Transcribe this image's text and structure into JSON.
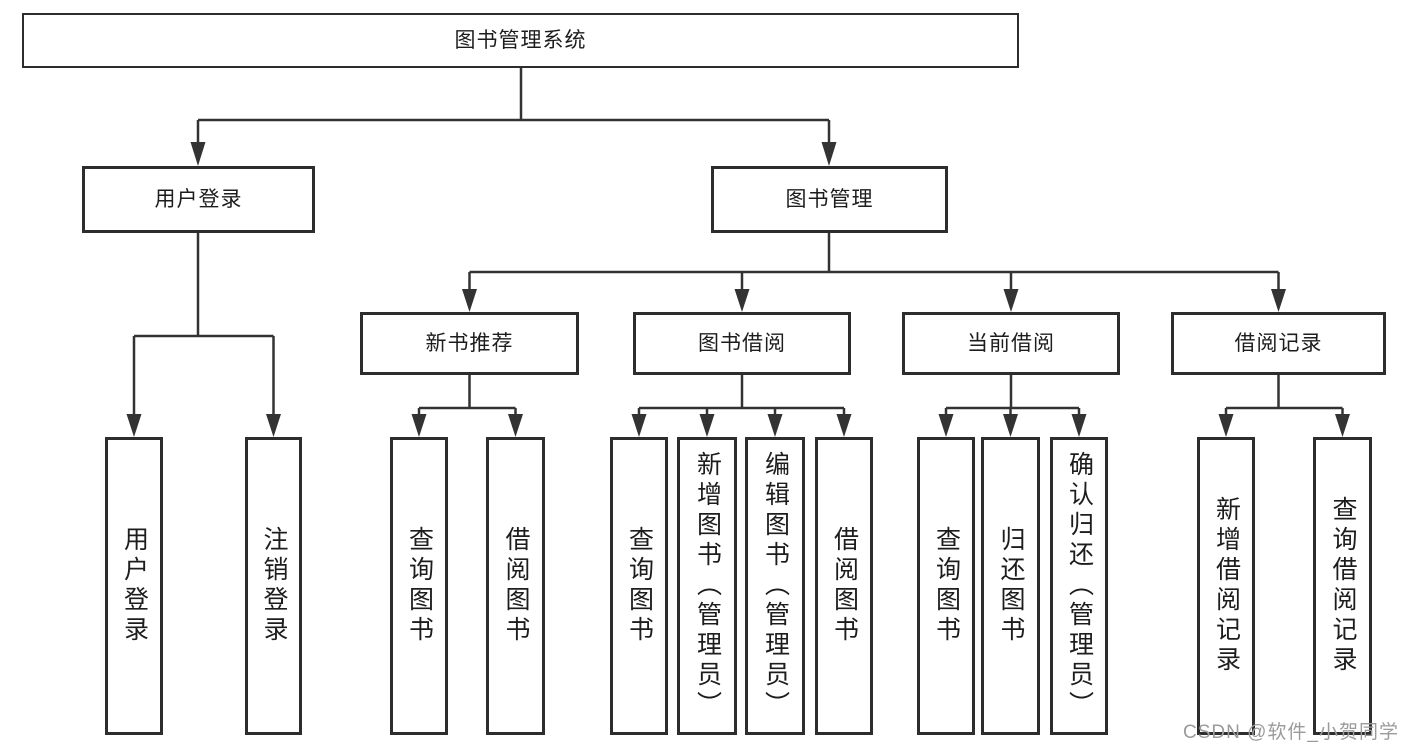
{
  "diagram_title": "图书管理系统",
  "hierarchy": {
    "label": "图书管理系统",
    "children": [
      {
        "label": "用户登录",
        "children": [
          {
            "label": "用户登录"
          },
          {
            "label": "注销登录"
          }
        ]
      },
      {
        "label": "图书管理",
        "children": [
          {
            "label": "新书推荐",
            "children": [
              {
                "label": "查询图书"
              },
              {
                "label": "借阅图书"
              }
            ]
          },
          {
            "label": "图书借阅",
            "children": [
              {
                "label": "查询图书"
              },
              {
                "label": "新增图书（管理员）"
              },
              {
                "label": "编辑图书（管理员）"
              },
              {
                "label": "借阅图书"
              }
            ]
          },
          {
            "label": "当前借阅",
            "children": [
              {
                "label": "查询图书"
              },
              {
                "label": "归还图书"
              },
              {
                "label": "确认归还（管理员）"
              }
            ]
          },
          {
            "label": "借阅记录",
            "children": [
              {
                "label": "新增借阅记录"
              },
              {
                "label": "查询借阅记录"
              }
            ]
          }
        ]
      }
    ]
  },
  "watermark": {
    "text": "CSDN @软件_小贺同学"
  },
  "colors": {
    "box_border": "#2d2d2d",
    "connector_line": "#333333",
    "text": "#1d1d1d",
    "watermark": "#9b9b9b",
    "background": "#ffffff"
  }
}
